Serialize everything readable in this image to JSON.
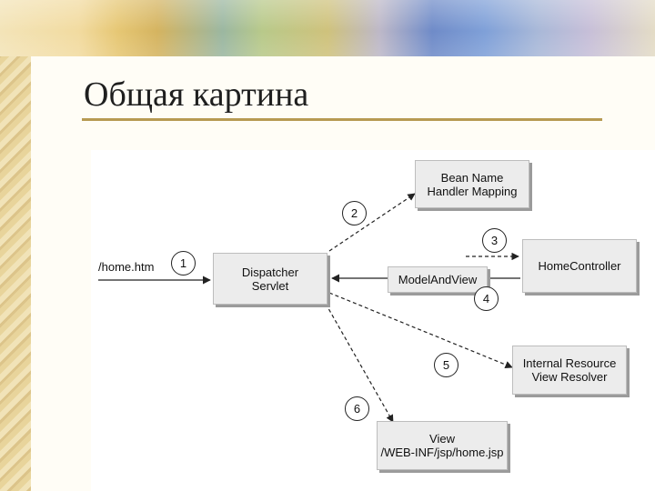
{
  "slide": {
    "title": "Общая картина"
  },
  "diagram": {
    "request_label": "/home.htm",
    "boxes": {
      "dispatcher": [
        "Dispatcher",
        "Servlet"
      ],
      "handler_mapping": [
        "Bean Name",
        "Handler Mapping"
      ],
      "home_controller": [
        "HomeController"
      ],
      "model_and_view": [
        "ModelAndView"
      ],
      "view_resolver": [
        "Internal Resource",
        "View Resolver"
      ],
      "view": [
        "View",
        "/WEB-INF/jsp/home.jsp"
      ]
    },
    "steps": [
      "1",
      "2",
      "3",
      "4",
      "5",
      "6"
    ]
  }
}
